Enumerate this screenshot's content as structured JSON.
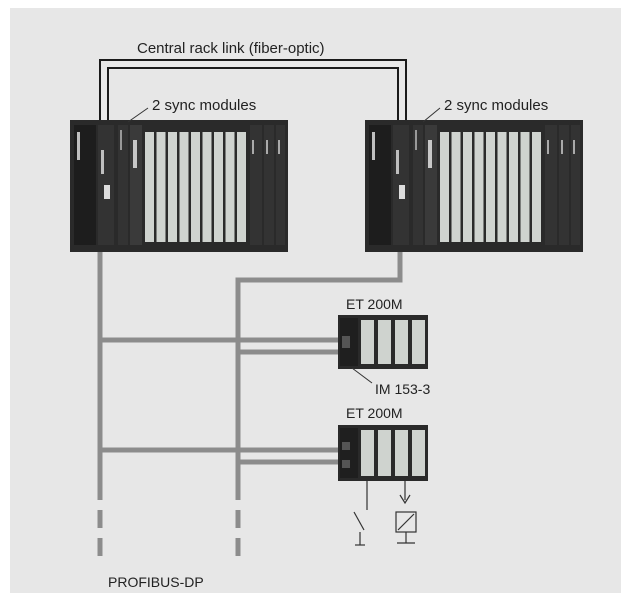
{
  "diagram": {
    "top_link_label": "Central rack link (fiber-optic)",
    "left_rack_label": "2 sync modules",
    "right_rack_label": "2 sync modules",
    "et1_label": "ET 200M",
    "im_label": "IM 153-3",
    "et2_label": "ET 200M",
    "bus_label": "PROFIBUS-DP"
  },
  "colors": {
    "background": "#e7e7e7",
    "rack": "#2a2a2a",
    "module_light": "#cfd3cf",
    "bus_line": "#8c8c8c",
    "fiber": "#1a1a1a"
  }
}
